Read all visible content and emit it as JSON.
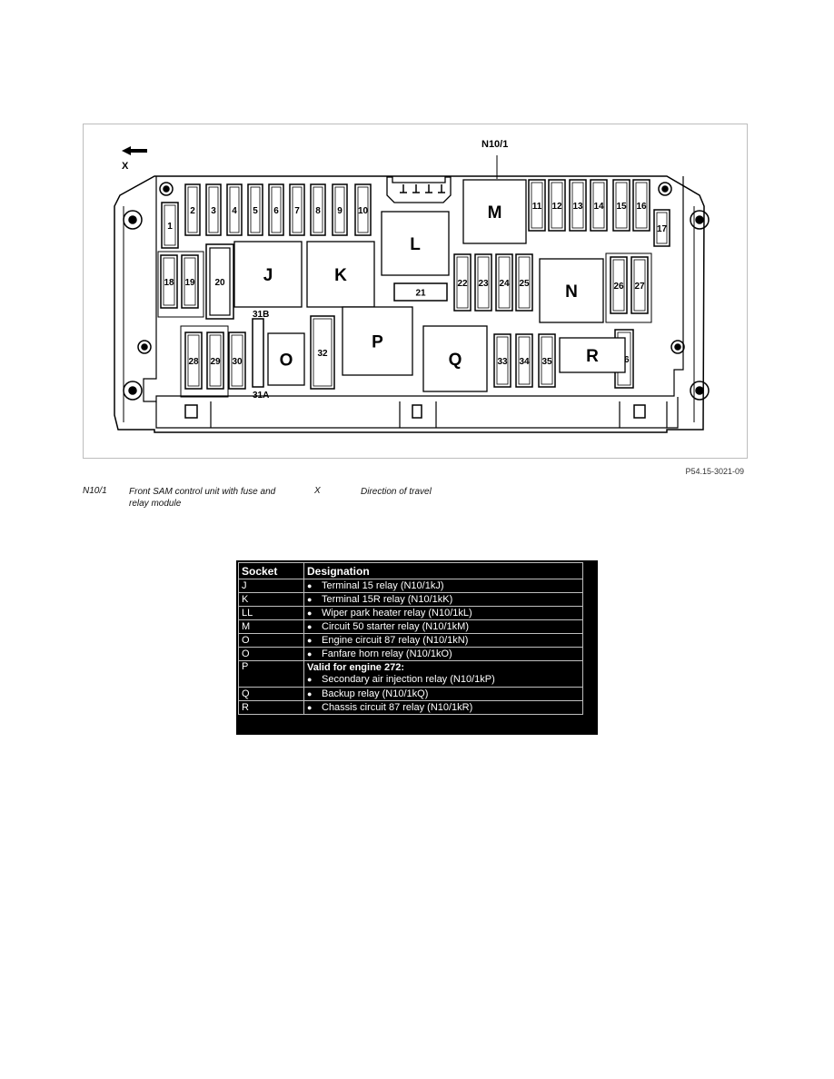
{
  "diagram": {
    "module_label": "N10/1",
    "direction_label": "X",
    "figure_ref": "P54.15-3021-09",
    "fuses_top": [
      "1",
      "2",
      "3",
      "4",
      "5",
      "6",
      "7",
      "8",
      "9",
      "10",
      "11",
      "12",
      "13",
      "14",
      "15",
      "16",
      "17"
    ],
    "fuses_mid": [
      "18",
      "19",
      "20",
      "21",
      "22",
      "23",
      "24",
      "25",
      "26",
      "27"
    ],
    "fuses_bottom": [
      "28",
      "29",
      "30",
      "31B",
      "31A",
      "32",
      "33",
      "34",
      "35",
      "36"
    ],
    "relays": [
      "J",
      "K",
      "L",
      "M",
      "N",
      "O",
      "P",
      "Q",
      "R"
    ]
  },
  "legend": [
    {
      "term": "N10/1",
      "desc": "Front SAM control unit with fuse and relay module"
    },
    {
      "term": "X",
      "desc": "Direction of travel"
    }
  ],
  "table": {
    "headers": [
      "Socket",
      "Designation"
    ],
    "rows": [
      {
        "socket": "J",
        "designation": "Terminal 15 relay (N10/1kJ)"
      },
      {
        "socket": "K",
        "designation": "Terminal 15R relay (N10/1kK)"
      },
      {
        "socket": "LL",
        "designation": "Wiper park heater relay (N10/1kL)"
      },
      {
        "socket": "M",
        "designation": "Circuit 50 starter relay (N10/1kM)"
      },
      {
        "socket": "O",
        "designation": "Engine circuit 87 relay (N10/1kN)"
      },
      {
        "socket": "O",
        "designation": "Fanfare horn relay (N10/1kO)"
      },
      {
        "socket": "P",
        "title": "Valid for engine 272:",
        "designation": "Secondary air injection relay (N10/1kP)"
      },
      {
        "socket": "Q",
        "designation": "Backup relay (N10/1kQ)"
      },
      {
        "socket": "R",
        "designation": "Chassis circuit 87 relay (N10/1kR)"
      }
    ]
  }
}
